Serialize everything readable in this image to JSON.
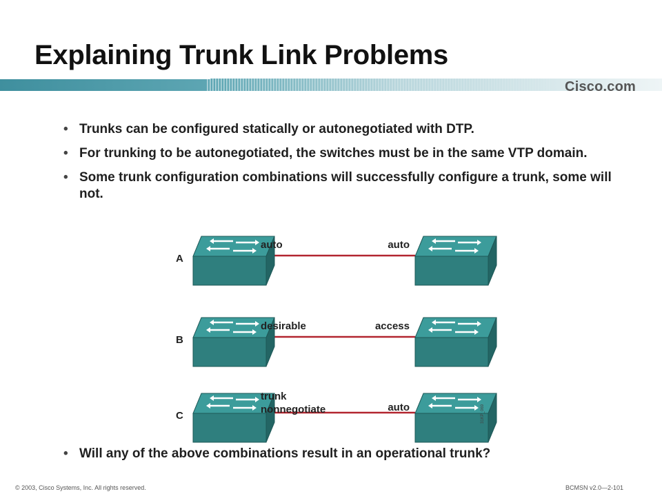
{
  "slide": {
    "title": "Explaining Trunk Link Problems",
    "logo_text": "Cisco.com",
    "bullets": [
      "Trunks can be configured statically or autonegotiated with DTP.",
      "For trunking to be autonegotiated, the switches must be in the same VTP domain.",
      "Some trunk configuration combinations will successfully configure a trunk, some will not."
    ],
    "question": "Will any of the above combinations result in an operational trunk?",
    "footer_left": "© 2003, Cisco Systems, Inc. All rights reserved.",
    "footer_right": "BCMSN v2.0—2-101"
  },
  "diagram": {
    "rows": [
      {
        "label": "A",
        "left_mode": "auto",
        "left_mode_line2": "",
        "right_mode": "auto"
      },
      {
        "label": "B",
        "left_mode": "desirable",
        "left_mode_line2": "",
        "right_mode": "access"
      },
      {
        "label": "C",
        "left_mode": "trunk",
        "left_mode_line2": "nonnegotiate",
        "right_mode": "auto"
      }
    ],
    "figure_code": "31KP_069",
    "colors": {
      "switch_top": "#3c9c9b",
      "switch_front": "#2f7f7e",
      "switch_side": "#236564",
      "link": "#b2252f",
      "band": "#4d9aa8"
    }
  }
}
